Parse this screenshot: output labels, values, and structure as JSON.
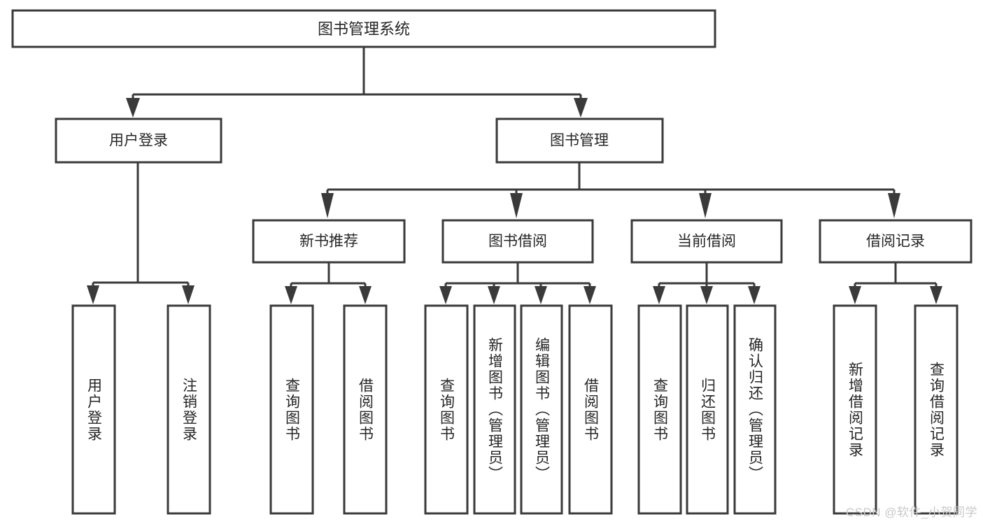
{
  "diagram": {
    "type": "tree-hierarchy",
    "title": "图书管理系统",
    "orientation": "top-down",
    "colors": {
      "stroke": "#3a3a3a",
      "box_fill": "#ffffff",
      "text": "#262626",
      "background": "#ffffff",
      "watermark": "#c9c9c9"
    },
    "levels": {
      "root": {
        "label": "图书管理系统"
      },
      "level2": [
        {
          "label": "用户登录"
        },
        {
          "label": "图书管理"
        }
      ],
      "level3": [
        {
          "label": "新书推荐"
        },
        {
          "label": "图书借阅"
        },
        {
          "label": "当前借阅"
        },
        {
          "label": "借阅记录"
        }
      ],
      "leaves": {
        "user_login": [
          {
            "label": "用户登录"
          },
          {
            "label": "注销登录"
          }
        ],
        "new_book_recommend": [
          {
            "label": "查询图书"
          },
          {
            "label": "借阅图书"
          }
        ],
        "book_borrow": [
          {
            "label": "查询图书"
          },
          {
            "label": "新增图书（管理员）"
          },
          {
            "label": "编辑图书（管理员）"
          },
          {
            "label": "借阅图书"
          }
        ],
        "current_borrow": [
          {
            "label": "查询图书"
          },
          {
            "label": "归还图书"
          },
          {
            "label": "确认归还（管理员）"
          }
        ],
        "borrow_record": [
          {
            "label": "新增借阅记录"
          },
          {
            "label": "查询借阅记录"
          }
        ]
      }
    }
  },
  "watermark": {
    "text": "CSDN @软件_小贺同学"
  }
}
